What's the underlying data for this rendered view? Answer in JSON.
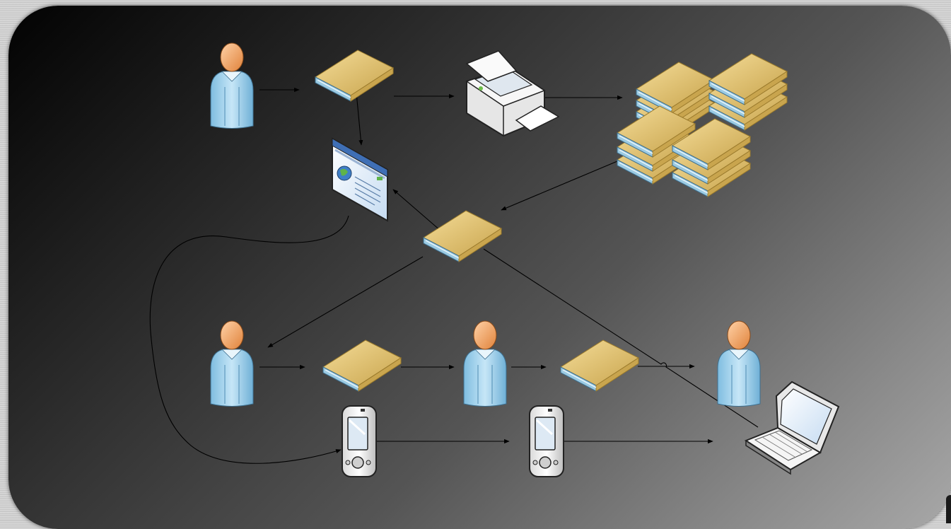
{
  "diagram": {
    "nodes": [
      {
        "id": "author-top",
        "kind": "person"
      },
      {
        "id": "book-draft",
        "kind": "book"
      },
      {
        "id": "printer",
        "kind": "printer"
      },
      {
        "id": "book-stacks",
        "kind": "book-stack"
      },
      {
        "id": "web-page",
        "kind": "web-page"
      },
      {
        "id": "book-center",
        "kind": "book"
      },
      {
        "id": "person-left",
        "kind": "person"
      },
      {
        "id": "book-row-1",
        "kind": "book"
      },
      {
        "id": "person-middle",
        "kind": "person"
      },
      {
        "id": "book-row-2",
        "kind": "book"
      },
      {
        "id": "person-right",
        "kind": "person"
      },
      {
        "id": "pda-left",
        "kind": "pda"
      },
      {
        "id": "pda-middle",
        "kind": "pda"
      },
      {
        "id": "laptop",
        "kind": "laptop"
      }
    ],
    "edges": [
      [
        "author-top",
        "book-draft"
      ],
      [
        "book-draft",
        "printer"
      ],
      [
        "printer",
        "book-stacks"
      ],
      [
        "book-draft",
        "web-page"
      ],
      [
        "book-stacks",
        "book-center"
      ],
      [
        "book-center",
        "web-page"
      ],
      [
        "book-center",
        "person-left"
      ],
      [
        "person-left",
        "book-row-1"
      ],
      [
        "book-row-1",
        "person-middle"
      ],
      [
        "person-middle",
        "book-row-2"
      ],
      [
        "book-row-2",
        "person-right"
      ],
      [
        "book-center",
        "laptop"
      ],
      [
        "web-page",
        "pda-left"
      ],
      [
        "pda-left",
        "pda-middle"
      ],
      [
        "pda-middle",
        "laptop"
      ]
    ],
    "colors": {
      "book_cover": "#e6c878",
      "book_pages": "#a9d4ea",
      "person_body": "#9fd0ec",
      "person_head": "#f1a868",
      "arrow": "#000000"
    }
  }
}
